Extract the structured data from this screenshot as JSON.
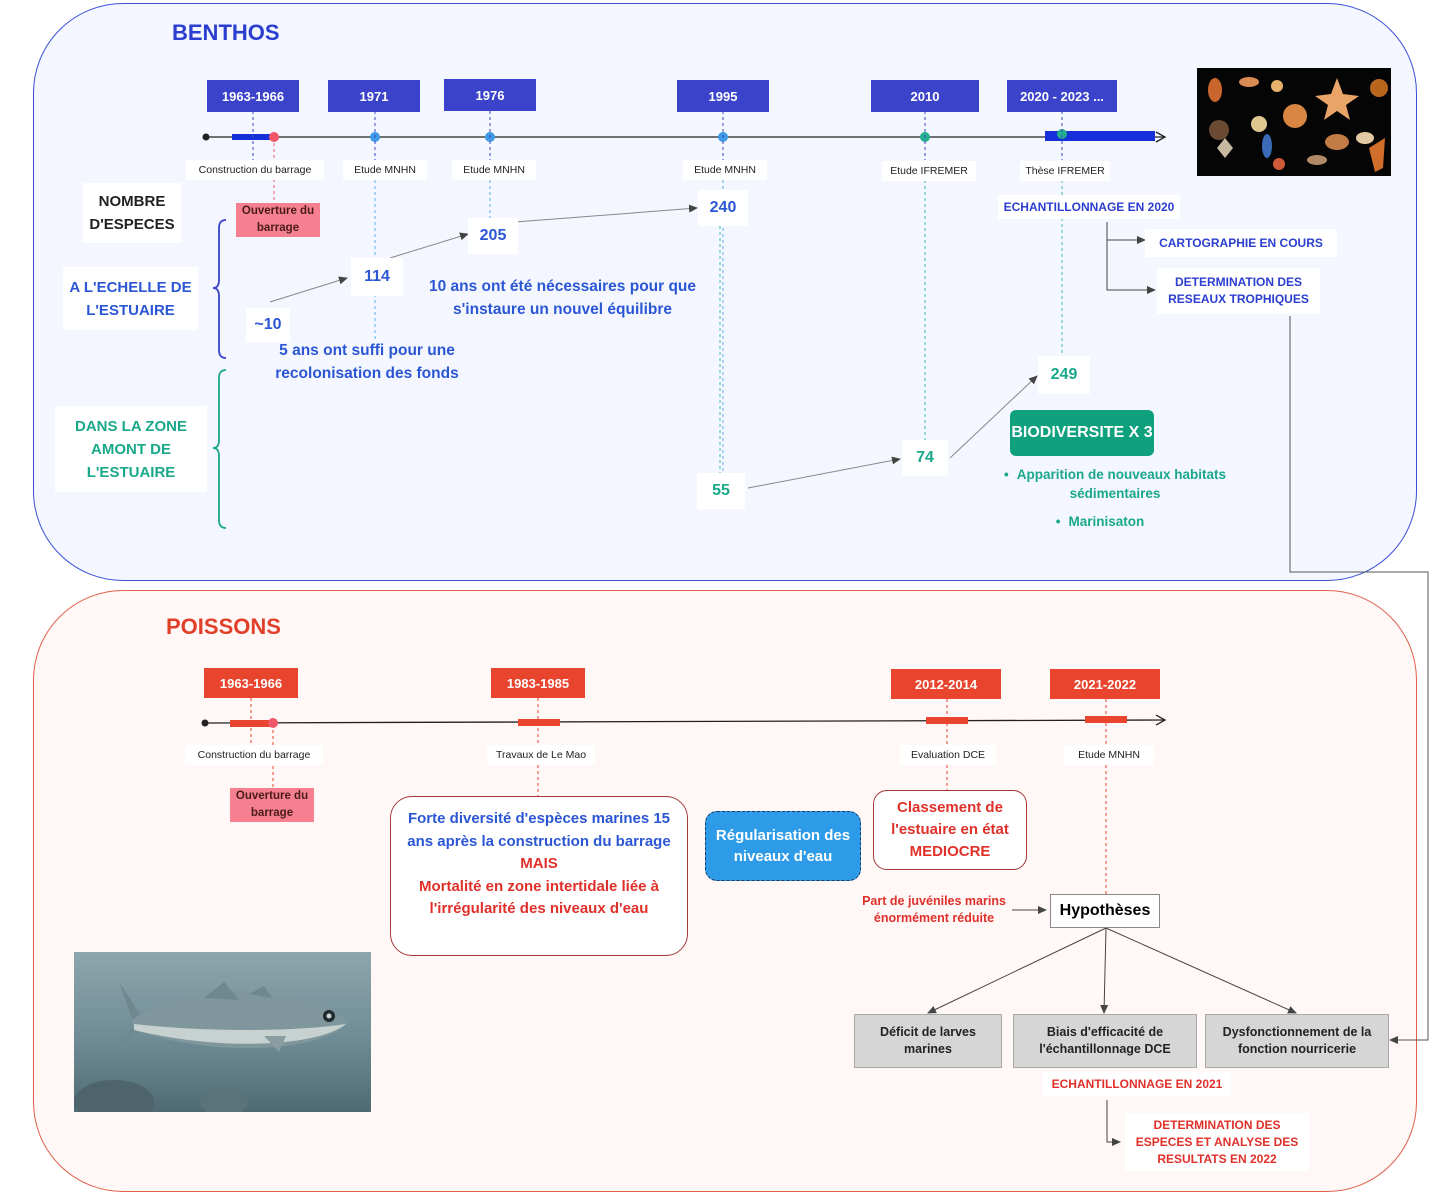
{
  "benthos": {
    "title": "BENTHOS",
    "timeline": [
      {
        "year": "1963-1966",
        "label": "Construction du barrage"
      },
      {
        "year": "1971",
        "label": "Etude MNHN"
      },
      {
        "year": "1976",
        "label": "Etude MNHN"
      },
      {
        "year": "1995",
        "label": "Etude MNHN"
      },
      {
        "year": "2010",
        "label": "Etude IFREMER"
      },
      {
        "year": "2020 - 2023 ...",
        "label": "Thèse IFREMER"
      }
    ],
    "ouverture": "Ouverture du barrage",
    "nombre_especes": "NOMBRE D'ESPECES",
    "echelle_estuaire": "A L'ECHELLE DE L'ESTUAIRE",
    "zone_amont": "DANS LA ZONE AMONT DE L'ESTUAIRE",
    "estuaire_counts": [
      "~10",
      "114",
      "205",
      "240"
    ],
    "amont_counts": [
      "55",
      "74",
      "249"
    ],
    "note_5ans": "5 ans ont suffi pour une recolonisation des fonds",
    "note_10ans": "10 ans ont été nécessaires pour que s'instaure un nouvel équilibre",
    "echantillonnage": "ECHANTILLONNAGE EN 2020",
    "cartographie": "CARTOGRAPHIE EN COURS",
    "reseaux": "DETERMINATION DES RESEAUX TROPHIQUES",
    "biodiversite": "BIODIVERSITE X 3",
    "bullets": [
      "Apparition de nouveaux habitats sédimentaires",
      "Marinisaton"
    ]
  },
  "poissons": {
    "title": "POISSONS",
    "timeline": [
      {
        "year": "1963-1966",
        "label": "Construction du barrage"
      },
      {
        "year": "1983-1985",
        "label": "Travaux de Le Mao"
      },
      {
        "year": "2012-2014",
        "label": "Evaluation DCE"
      },
      {
        "year": "2021-2022",
        "label": "Etude MNHN"
      }
    ],
    "ouverture": "Ouverture du barrage",
    "forte_diversite": "Forte diversité d'espèces marines 15 ans après la construction du barrage",
    "mais": "MAIS",
    "mortalite": "Mortalité en zone intertidale liée à l'irrégularité des niveaux d'eau",
    "regularisation": "Régularisation des niveaux d'eau",
    "classement": "Classement de l'estuaire en état MEDIOCRE",
    "part_juveniles": "Part de juvéniles marins énormément réduite",
    "hypotheses": "Hypothèses",
    "hypotheses_items": [
      "Déficit de larves marines",
      "Biais d'efficacité de l'échantillonnage DCE",
      "Dysfonctionnement de la fonction nourricerie"
    ],
    "echantillonnage": "ECHANTILLONNAGE EN 2021",
    "determination": "DETERMINATION DES ESPECES ET ANALYSE DES RESULTATS EN 2022"
  },
  "colors": {
    "benthos_blue": "#3a43c9",
    "text_blue": "#2b56d4",
    "green": "#19a88a",
    "poissons_red": "#e8442e",
    "regularisation_bg": "#2d9be8",
    "grey_box": "#d6d6d6"
  },
  "icons": [
    "benthos-photo",
    "fish-photo"
  ]
}
